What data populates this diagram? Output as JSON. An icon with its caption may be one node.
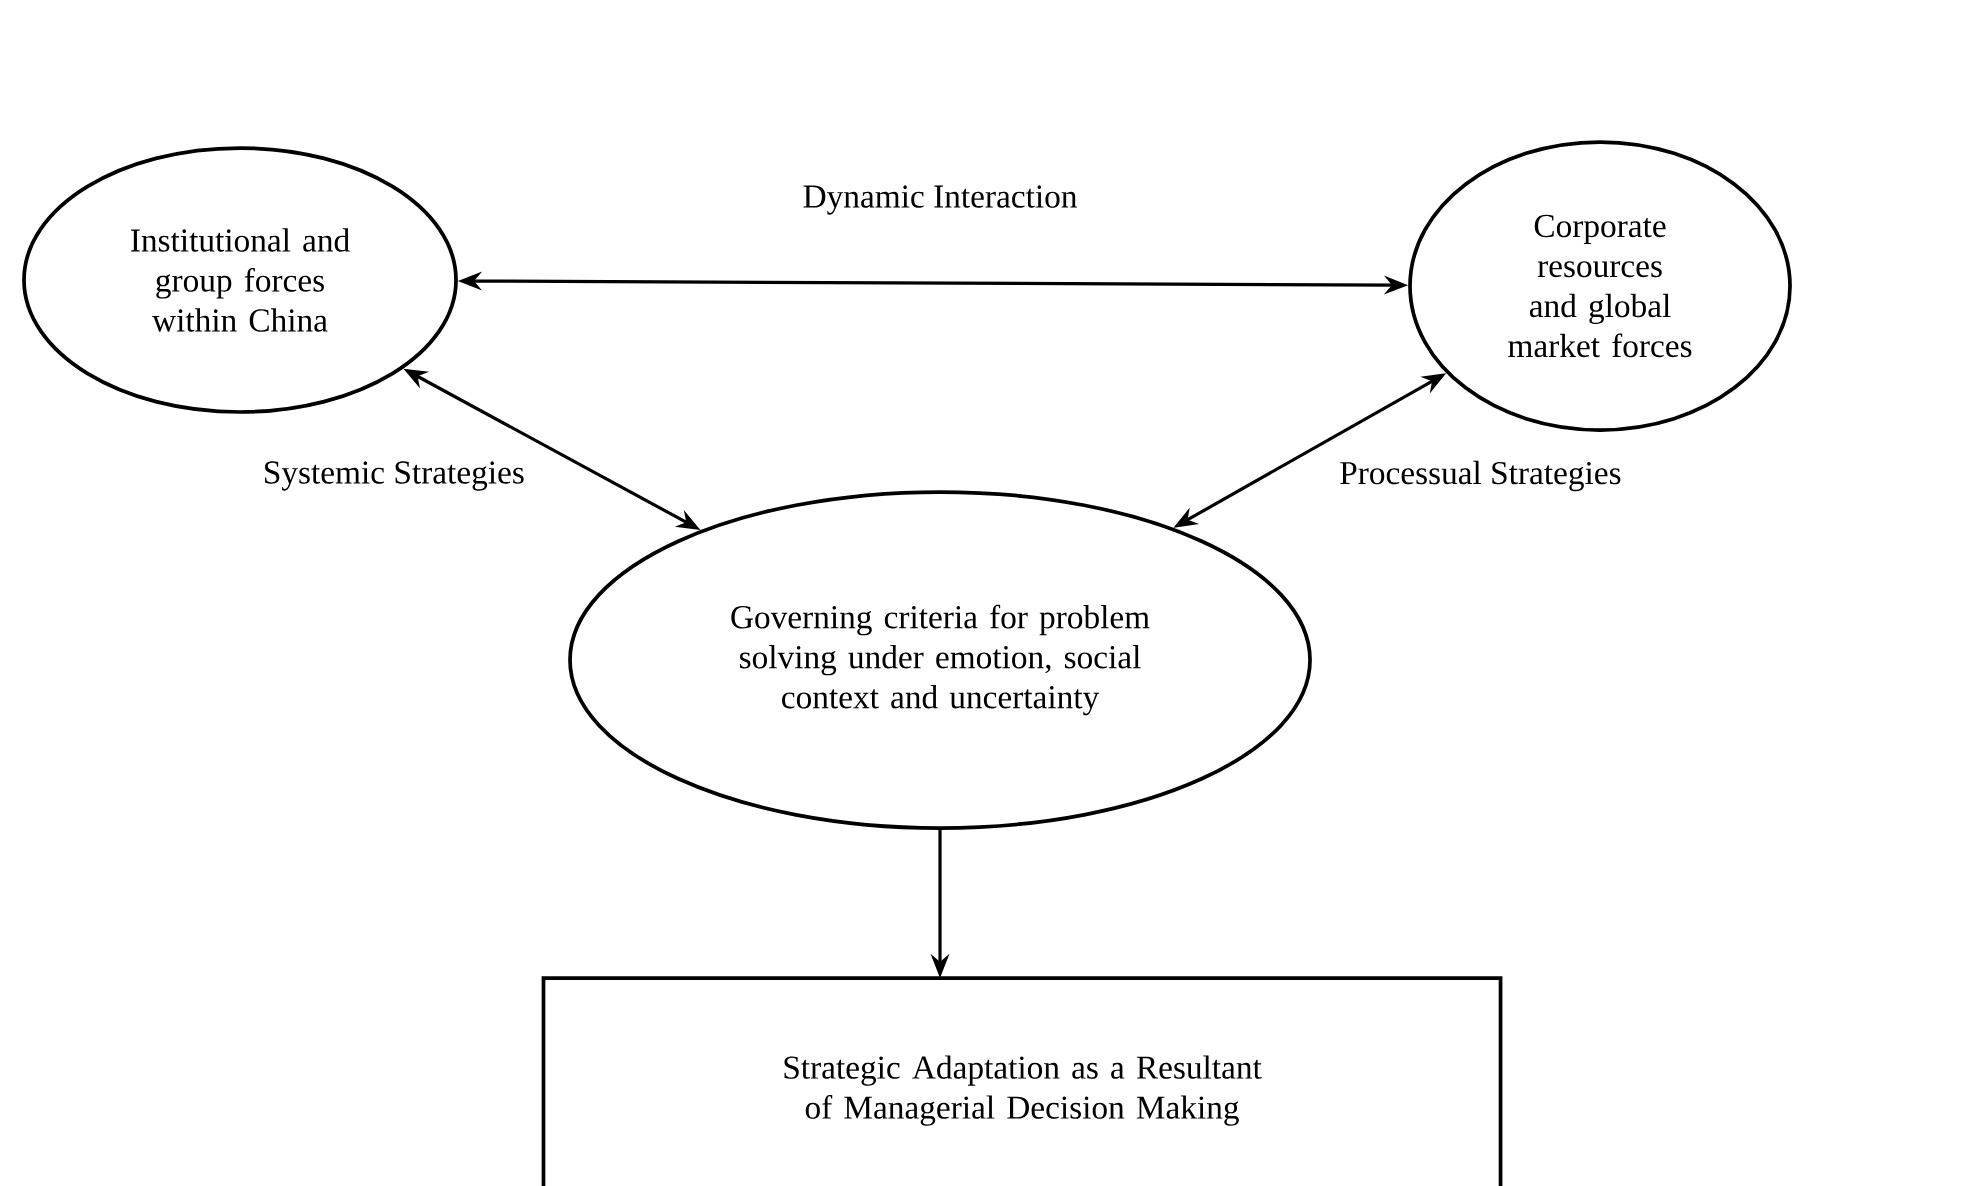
{
  "diagram": {
    "nodes": [
      {
        "text": [
          "Institutional and group forces within China"
        ]
      },
      {
        "text": [
          "Corporate resources and global market forces"
        ]
      },
      {
        "text": [
          "Governing criteria for problem solving under emotion, social context and uncertainty"
        ]
      },
      {
        "text": [
          "Strategic Adaptation as a Resultant of Managerial Decision Making"
        ]
      }
    ],
    "edges": [
      {
        "from": 0,
        "to": 1,
        "arrow": "both",
        "label": "Dynamic Interaction"
      },
      {
        "from": 0,
        "to": 2,
        "arrow": "both",
        "label": "Systemic Strategies"
      },
      {
        "from": 1,
        "to": 2,
        "arrow": "both",
        "label": "Processual Strategies"
      },
      {
        "from": 2,
        "to": 3,
        "arrow": "to"
      }
    ]
  }
}
